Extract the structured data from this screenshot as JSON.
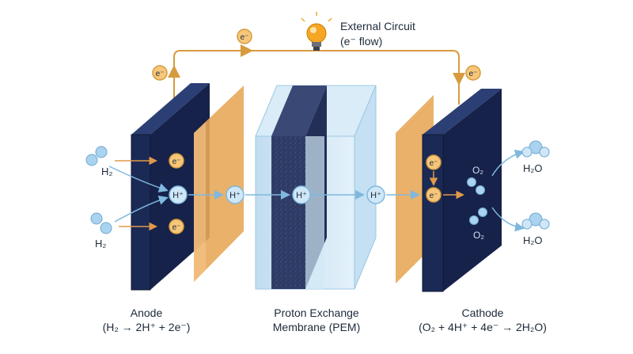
{
  "external_circuit": {
    "line1": "External Circuit",
    "line2": "(e⁻ flow)"
  },
  "anode": {
    "title": "Anode",
    "reaction": "(H₂ → 2H⁺ + 2e⁻)"
  },
  "membrane": {
    "line1": "Proton Exchange",
    "line2": "Membrane (PEM)"
  },
  "cathode": {
    "title": "Cathode",
    "reaction": "(O₂ + 4H⁺ + 4e⁻ → 2H₂O)"
  },
  "species": {
    "electron": "e⁻",
    "proton": "H⁺",
    "hydrogen": "H₂",
    "oxygen": "O₂",
    "water": "H₂O"
  },
  "colors": {
    "electrode": "#1b2a55",
    "electrode_side": "#2c3f74",
    "catalyst_layer": "#e8a85a",
    "membrane_glass": "#cfe6f5",
    "membrane_core": "#2f3b63",
    "electron_fill": "#f6c77a",
    "proton_fill": "#cfe7f7",
    "wire": "#d79b3d",
    "arrow_blue": "#8cc3e6",
    "arrow_orange": "#e8a85a"
  }
}
